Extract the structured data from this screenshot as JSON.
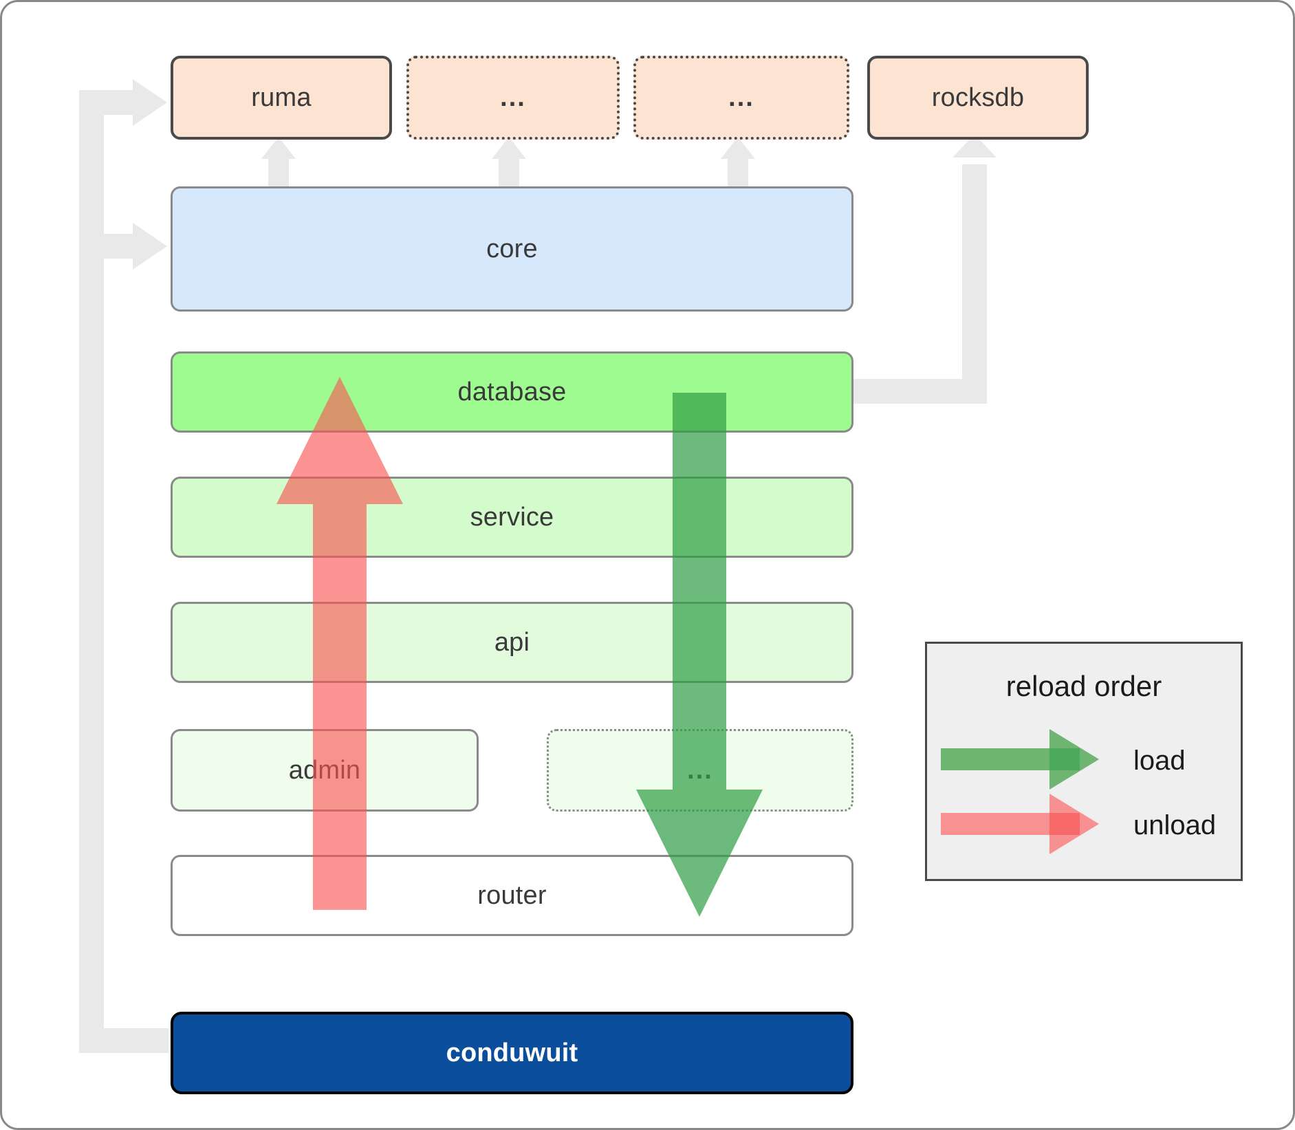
{
  "diagram": {
    "title": "conduwuit crate layering / reload order",
    "background_color": "#ffffff",
    "border_color": "#888888"
  },
  "dependencies_row": {
    "items": [
      {
        "id": "ruma",
        "label": "ruma",
        "style": "solid",
        "fill": "#fde3d2"
      },
      {
        "id": "dep2",
        "label": "...",
        "style": "dotted",
        "fill": "#fde3d2"
      },
      {
        "id": "dep3",
        "label": "...",
        "style": "dotted",
        "fill": "#fde3d2"
      },
      {
        "id": "rocksdb",
        "label": "rocksdb",
        "style": "solid",
        "fill": "#fde3d2"
      }
    ]
  },
  "layers": [
    {
      "id": "core",
      "label": "core",
      "style": "solid",
      "fill": "#d6e8fb"
    },
    {
      "id": "database",
      "label": "database",
      "style": "solid",
      "fill": "#9dfb8f"
    },
    {
      "id": "service",
      "label": "service",
      "style": "solid",
      "fill": "#d3fbcb"
    },
    {
      "id": "api",
      "label": "api",
      "style": "solid",
      "fill": "#e2fbdc"
    },
    {
      "id": "admin",
      "label": "admin",
      "style": "solid",
      "fill": "#effdec"
    },
    {
      "id": "plugins",
      "label": "...",
      "style": "dotted",
      "fill": "#effdec"
    },
    {
      "id": "router",
      "label": "router",
      "style": "solid",
      "fill": "#ffffff"
    }
  ],
  "binary": {
    "id": "conduwuit",
    "label": "conduwuit",
    "fill": "#0b4e9b",
    "text_color": "#ffffff"
  },
  "legend": {
    "title": "reload order",
    "background": "#efefef",
    "border": "#4a4a4a",
    "entries": [
      {
        "id": "load",
        "label": "load",
        "color": "#57ab5a"
      },
      {
        "id": "unload",
        "label": "unload",
        "color": "#f98080"
      }
    ]
  },
  "flow_arrows": {
    "load": {
      "direction": "down",
      "color": "#57ab5a",
      "from": "database",
      "to": "router"
    },
    "unload": {
      "direction": "up",
      "color": "#f98080",
      "from": "router",
      "to": "database"
    }
  },
  "connectors": {
    "color": "#e8e8e8",
    "edges": [
      {
        "from": "core",
        "to": "ruma"
      },
      {
        "from": "core",
        "to": "dep2"
      },
      {
        "from": "core",
        "to": "dep3"
      },
      {
        "from": "database",
        "to": "rocksdb"
      },
      {
        "from": "conduwuit",
        "to": "ruma"
      },
      {
        "from": "conduwuit",
        "to": "core"
      }
    ]
  }
}
